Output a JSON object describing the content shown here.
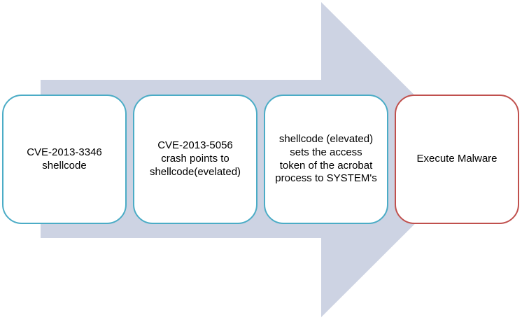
{
  "diagram": {
    "type": "process-flow",
    "background_color": "#ffffff",
    "arrow": {
      "direction": "right",
      "fill_color": "#cdd3e3"
    },
    "boxes": [
      {
        "label": "CVE-2013-3346\nshellcode",
        "border_color": "#4bacc6"
      },
      {
        "label": "CVE-2013-5056\ncrash points to\nshellcode(evelated)",
        "border_color": "#4bacc6"
      },
      {
        "label": "shellcode (elevated)\nsets the access\ntoken of the acrobat\nprocess to SYSTEM's",
        "border_color": "#4bacc6"
      },
      {
        "label": "Execute Malware",
        "border_color": "#c0504d"
      }
    ]
  }
}
